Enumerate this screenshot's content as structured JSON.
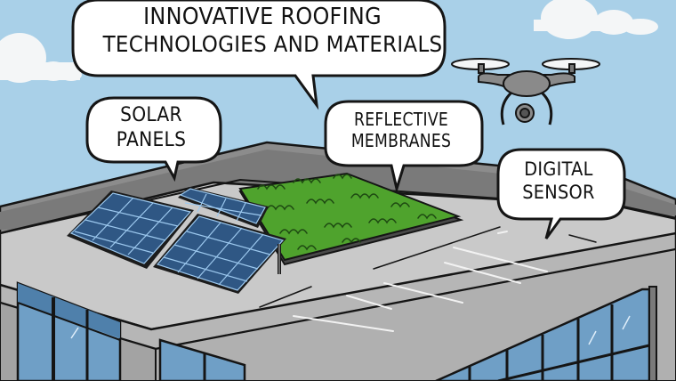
{
  "illustration": {
    "subject": "Rooftop with innovative roofing technologies",
    "colors": {
      "sky": "#a9d0e8",
      "cloud": "#f4f6f7",
      "roof_surface": "#c9c9c9",
      "building_wall": "#a7a7a7",
      "solar_panel": "#2f5784",
      "solar_grid": "#9cc8ee",
      "green_roof": "#4fa32d",
      "window_glass": "#6f9fc6",
      "outline": "#151515"
    }
  },
  "bubbles": {
    "title": {
      "line1": "INNOVATIVE ROOFING",
      "line2": "TECHNOLOGIES AND MATERIALS"
    },
    "solar": {
      "line1": "SOLAR",
      "line2": "PANELS"
    },
    "reflective": {
      "line1": "REFLECTIVE",
      "line2": "MEMBRANES"
    },
    "sensor": {
      "line1": "DIGITAL",
      "line2": "SENSOR"
    }
  },
  "elements": {
    "drone": "drone-icon",
    "solar_panels_count": 3,
    "clouds_count": 2
  }
}
